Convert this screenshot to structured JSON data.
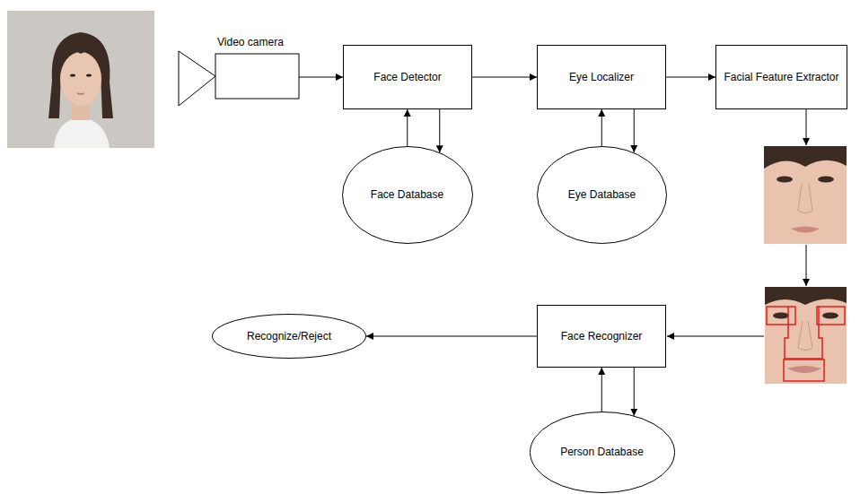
{
  "diagram": {
    "nodes": [
      {
        "text": [
          "Video camera"
        ]
      },
      {
        "text": [
          "Face Detector"
        ]
      },
      {
        "text": [
          "Eye Localizer"
        ]
      },
      {
        "text": [
          "Facial Feature Extractor"
        ]
      },
      {
        "text": [
          "Face Database"
        ]
      },
      {
        "text": [
          "Eye Database"
        ]
      },
      {
        "text": [
          "Recognize/Reject"
        ]
      },
      {
        "text": [
          "Face Recognizer"
        ]
      },
      {
        "text": [
          "Person Database"
        ]
      }
    ],
    "edges": [
      {
        "from": 0,
        "to": 1,
        "arrow": "to"
      },
      {
        "from": 4,
        "to": 1,
        "arrow": "to"
      },
      {
        "from": 1,
        "to": 4,
        "arrow": "to"
      },
      {
        "from": 1,
        "to": 2,
        "arrow": "to"
      },
      {
        "from": 5,
        "to": 2,
        "arrow": "to"
      },
      {
        "from": 2,
        "to": 5,
        "arrow": "to"
      },
      {
        "from": 2,
        "to": 3,
        "arrow": "to"
      },
      {
        "from": 8,
        "to": 7,
        "arrow": "to"
      },
      {
        "from": 7,
        "to": 8,
        "arrow": "to"
      },
      {
        "from": 7,
        "to": 6,
        "arrow": "to"
      }
    ]
  }
}
